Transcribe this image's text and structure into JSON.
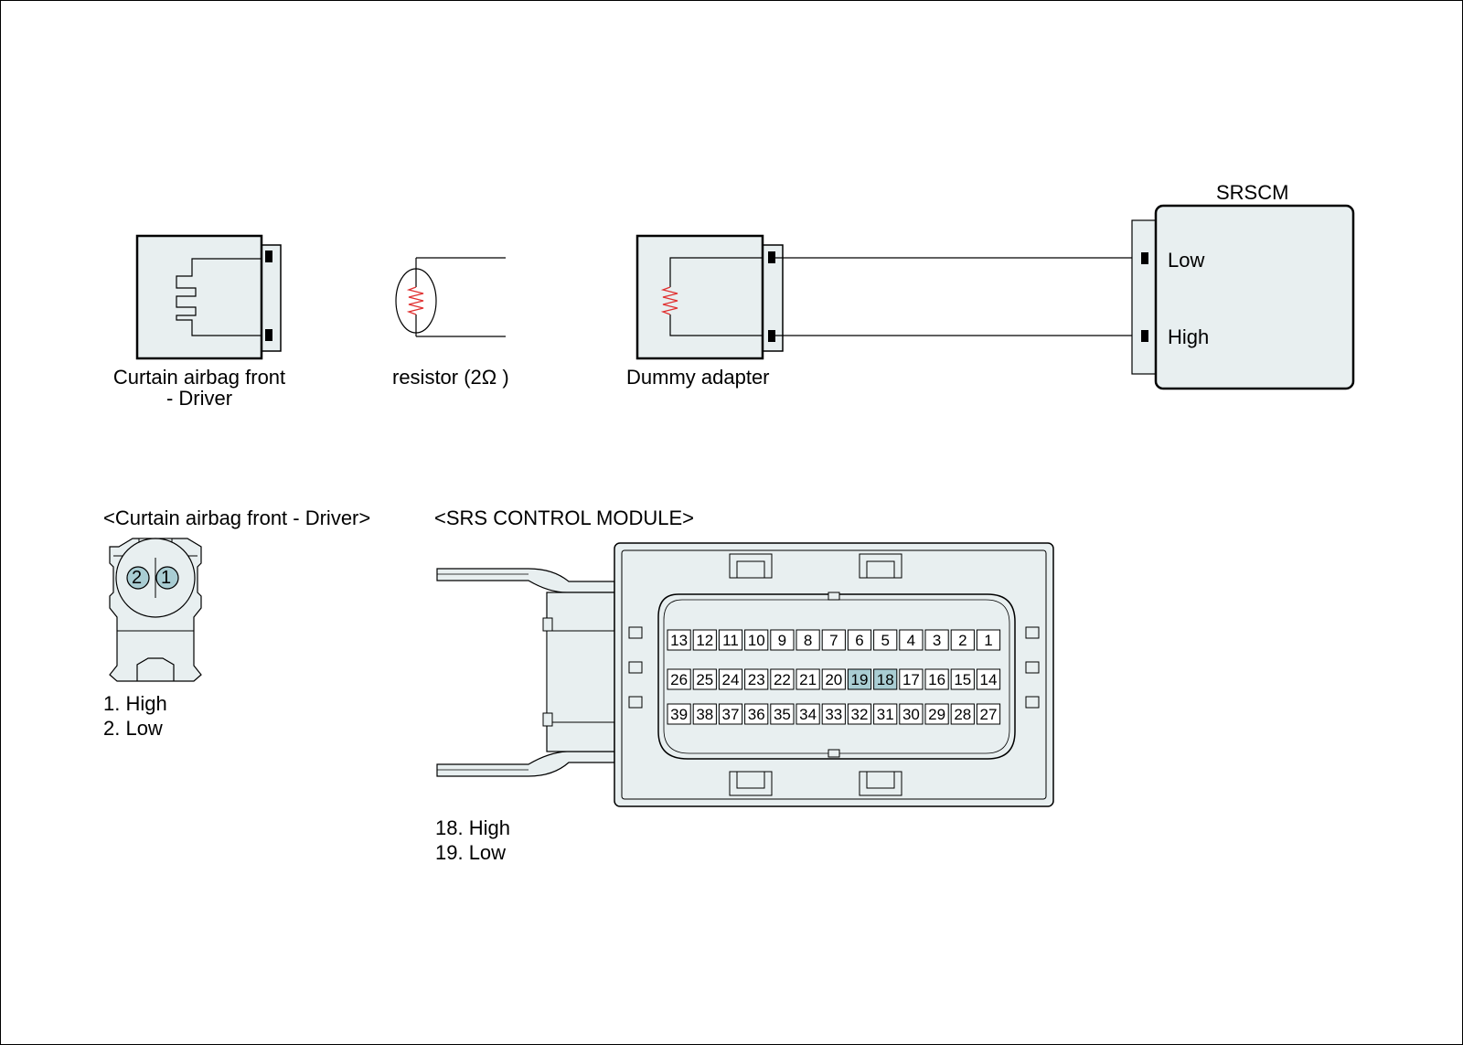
{
  "diagram": {
    "srscm": {
      "title": "SRSCM",
      "low": "Low",
      "high": "High"
    },
    "curtain_connector": {
      "caption_line1": "Curtain airbag front",
      "caption_line2": "- Driver"
    },
    "resistor": {
      "caption": "resistor (2Ω )"
    },
    "dummy_adapter": {
      "caption": "Dummy adapter"
    }
  },
  "curtain_pinout": {
    "title": "<Curtain airbag front - Driver>",
    "pins": [
      "2",
      "1"
    ],
    "legend": [
      "1. High",
      "2. Low"
    ]
  },
  "srs_module": {
    "title": "<SRS CONTROL MODULE>",
    "row1": [
      "13",
      "12",
      "11",
      "10",
      "9",
      "8",
      "7",
      "6",
      "5",
      "4",
      "3",
      "2",
      "1"
    ],
    "row2": [
      "26",
      "25",
      "24",
      "23",
      "22",
      "21",
      "20",
      "19",
      "18",
      "17",
      "16",
      "15",
      "14"
    ],
    "row3": [
      "39",
      "38",
      "37",
      "36",
      "35",
      "34",
      "33",
      "32",
      "31",
      "30",
      "29",
      "28",
      "27"
    ],
    "highlight_pins": [
      "18",
      "19"
    ],
    "legend": [
      "18. High",
      "19. Low"
    ]
  },
  "colors": {
    "fill": "#e8eff0",
    "highlight": "#a9cdd3",
    "resistor": "#e03030",
    "stroke": "#000000"
  }
}
